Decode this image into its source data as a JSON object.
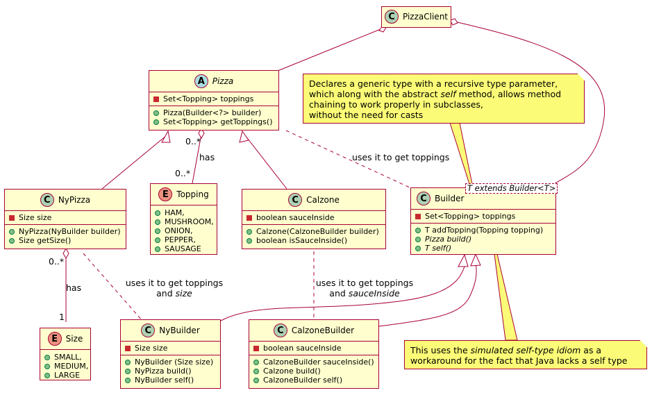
{
  "classes": {
    "pizza_client": {
      "name": "PizzaClient",
      "badge": "C"
    },
    "pizza": {
      "name": "Pizza",
      "badge": "A",
      "fields": [
        "Set<Topping> toppings"
      ],
      "methods": [
        "Pizza(Builder<?> builder)",
        "Set<Topping> getToppings()"
      ]
    },
    "nypizza": {
      "name": "NyPizza",
      "badge": "C",
      "fields": [
        "Size size"
      ],
      "methods": [
        "NyPizza(NyBuilder builder)",
        "Size getSize()"
      ]
    },
    "topping": {
      "name": "Topping",
      "badge": "E",
      "values": [
        "HAM,",
        "MUSHROOM,",
        "ONION,",
        "PEPPER,",
        "SAUSAGE"
      ]
    },
    "calzone": {
      "name": "Calzone",
      "badge": "C",
      "fields": [
        "boolean sauceInside"
      ],
      "methods": [
        "Calzone(CalzoneBuilder builder)",
        "boolean isSauceInside()"
      ]
    },
    "builder": {
      "name": "Builder",
      "badge": "C",
      "type_param": "T extends Builder<T>",
      "fields": [
        "Set<Topping> toppings"
      ],
      "methods": [
        "T addTopping(Topping topping)",
        "Pizza build()",
        "T self()"
      ]
    },
    "size": {
      "name": "Size",
      "badge": "E",
      "values": [
        "SMALL,",
        "MEDIUM,",
        "LARGE"
      ]
    },
    "nybuilder": {
      "name": "NyBuilder",
      "badge": "C",
      "fields": [
        "Size size"
      ],
      "methods": [
        "NyBuilder (Size size)",
        "NyPizza build()",
        "NyBuilder self()"
      ]
    },
    "calzonebuilder": {
      "name": "CalzoneBuilder",
      "badge": "C",
      "fields": [
        "boolean sauceInside"
      ],
      "methods": [
        "CalzoneBuilder sauceInside()",
        "Calzone build()",
        "CalzoneBuilder self()"
      ]
    }
  },
  "notes": {
    "top": {
      "line1": "Declares a generic type with a recursive type parameter,",
      "line2_pre": "which along with the abstract ",
      "line2_em": "self",
      "line2_post": " method, allows method",
      "line3": "chaining to work properly in subclasses,",
      "line4": "without the need for casts"
    },
    "bottom": {
      "line1_pre": "This uses the ",
      "line1_em": "simulated self-type idiom",
      "line1_post": " as a",
      "line2": "workaround for the fact that Java lacks a self type"
    }
  },
  "labels": {
    "has": "has",
    "many": "0..*",
    "one": "1",
    "uses_toppings": "uses it to get toppings",
    "and": "and",
    "size_em": "size",
    "sauce_em": "sauceInside"
  },
  "colors": {
    "class_fill": "#FEFECE",
    "border": "#A80036",
    "note_fill": "#FBFB77"
  }
}
